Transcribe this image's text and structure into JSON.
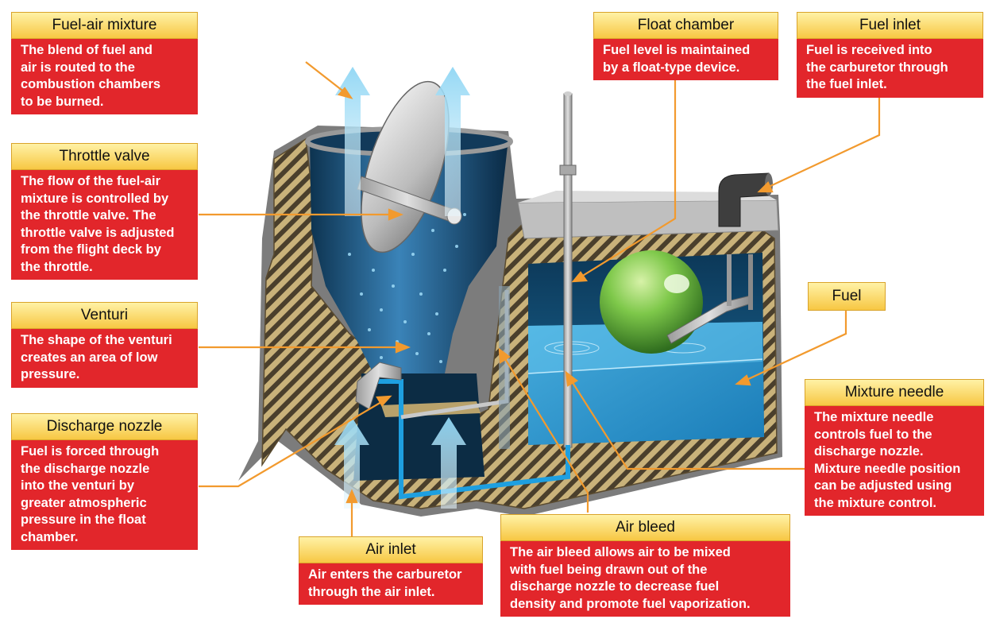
{
  "callouts": {
    "fuel_air_mixture": {
      "title": "Fuel-air mixture",
      "text": "The blend of fuel and\nair is routed to the\ncombustion chambers\nto be burned."
    },
    "throttle_valve": {
      "title": "Throttle valve",
      "text": "The flow of the fuel-air\nmixture is controlled by\nthe throttle valve. The\nthrottle valve is adjusted\nfrom the flight deck by\nthe throttle."
    },
    "venturi": {
      "title": "Venturi",
      "text": "The shape of the venturi\ncreates an area of low\npressure."
    },
    "discharge_nozzle": {
      "title": "Discharge nozzle",
      "text": "Fuel is forced through\nthe discharge nozzle\ninto the venturi by\ngreater atmospheric\npressure in the float\nchamber."
    },
    "air_inlet": {
      "title": "Air inlet",
      "text": "Air enters the carburetor\nthrough the air inlet."
    },
    "air_bleed": {
      "title": "Air bleed",
      "text": "The air bleed allows air to be mixed\nwith fuel being drawn out of the\ndischarge nozzle to decrease fuel\ndensity and promote fuel vaporization."
    },
    "float_chamber": {
      "title": "Float chamber",
      "text": "Fuel level is maintained\nby a float-type device."
    },
    "fuel_inlet": {
      "title": "Fuel inlet",
      "text": "Fuel is received into\nthe carburetor through\nthe fuel inlet."
    },
    "fuel": {
      "title": "Fuel"
    },
    "mixture_needle": {
      "title": "Mixture needle",
      "text": "The mixture needle\ncontrols fuel to the\ndischarge nozzle.\nMixture needle position\ncan be adjusted using\nthe mixture control."
    }
  },
  "colors": {
    "callout_header": "#f7c743",
    "callout_body": "#e2262b",
    "leader_line": "#f29a2e",
    "housing_hatch": "#b49a5a",
    "fuel": "#2a9fd8",
    "air_flow": "#cdeefb",
    "float": "#7ec84a"
  }
}
